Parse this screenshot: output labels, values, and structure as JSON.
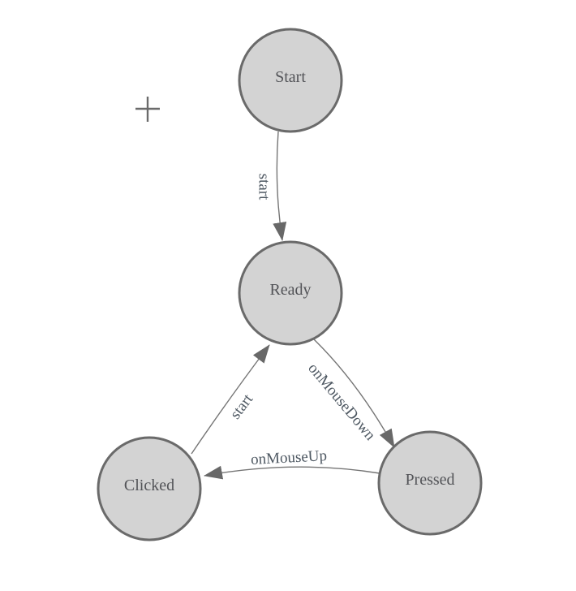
{
  "diagram": {
    "type": "finite-state-machine",
    "nodes": [
      {
        "id": "start",
        "label": "Start"
      },
      {
        "id": "ready",
        "label": "Ready"
      },
      {
        "id": "clicked",
        "label": "Clicked"
      },
      {
        "id": "pressed",
        "label": "Pressed"
      }
    ],
    "edges": [
      {
        "id": "start-to-ready",
        "from": "Start",
        "to": "Ready",
        "label": "start"
      },
      {
        "id": "ready-to-pressed",
        "from": "Ready",
        "to": "Pressed",
        "label": "onMouseDown"
      },
      {
        "id": "pressed-to-clicked",
        "from": "Pressed",
        "to": "Clicked",
        "label": "onMouseUp"
      },
      {
        "id": "clicked-to-ready",
        "from": "Clicked",
        "to": "Ready",
        "label": "start"
      }
    ],
    "icons": {
      "crosshair": "+"
    },
    "colors": {
      "node_fill": "#d3d3d3",
      "node_stroke": "#6a6a6a",
      "node_text": "#535458",
      "edge_stroke": "#757575",
      "arrowhead": "#686868",
      "edge_text": "#4e5862",
      "crosshair": "#6b6b6b",
      "background": "#ffffff"
    }
  }
}
